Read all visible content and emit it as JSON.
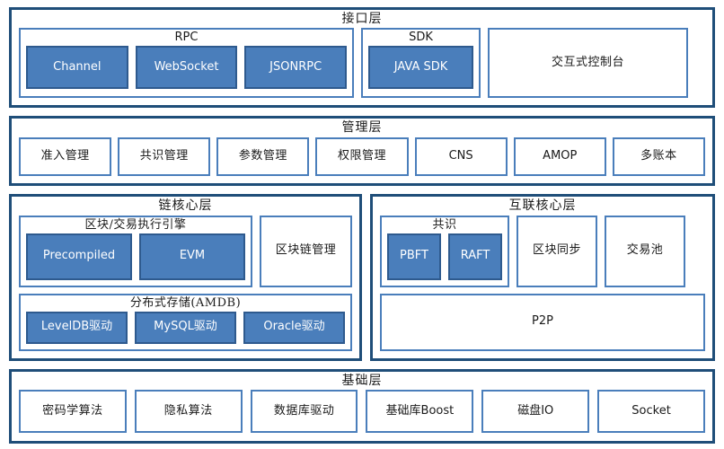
{
  "diagram": {
    "colors": {
      "layer_border": "#1F4E79",
      "group_border": "#4A7EBB",
      "cell_fill": "#4A7EBB",
      "cell_fill_border": "#2E5A8E",
      "background": "#ffffff",
      "text": "#1a1a1a",
      "filled_text": "#ffffff"
    }
  },
  "layers": {
    "interface": {
      "title": "接口层",
      "groups": {
        "rpc": {
          "title": "RPC",
          "items": [
            {
              "label": "Channel"
            },
            {
              "label": "WebSocket"
            },
            {
              "label": "JSONRPC"
            }
          ]
        },
        "sdk": {
          "title": "SDK",
          "items": [
            {
              "label": "JAVA SDK"
            }
          ]
        }
      },
      "console": {
        "label": "交互式控制台"
      }
    },
    "management": {
      "title": "管理层",
      "items": [
        {
          "label": "准入管理"
        },
        {
          "label": "共识管理"
        },
        {
          "label": "参数管理"
        },
        {
          "label": "权限管理"
        },
        {
          "label": "CNS"
        },
        {
          "label": "AMOP"
        },
        {
          "label": "多账本"
        }
      ]
    },
    "chain_core": {
      "title": "链核心层",
      "engine_group": {
        "title": "区块/交易执行引擎",
        "items": [
          {
            "label": "Precompiled"
          },
          {
            "label": "EVM"
          }
        ]
      },
      "blockchain_mgmt": {
        "label": "区块链管理"
      },
      "amdb_group": {
        "title": "分布式存储(AMDB)",
        "items": [
          {
            "label": "LevelDB驱动"
          },
          {
            "label": "MySQL驱动"
          },
          {
            "label": "Oracle驱动"
          }
        ]
      }
    },
    "interconnect_core": {
      "title": "互联核心层",
      "consensus_group": {
        "title": "共识",
        "items": [
          {
            "label": "PBFT"
          },
          {
            "label": "RAFT"
          }
        ]
      },
      "block_sync": {
        "label": "区块同步"
      },
      "tx_pool": {
        "label": "交易池"
      },
      "p2p": {
        "label": "P2P"
      }
    },
    "base": {
      "title": "基础层",
      "items": [
        {
          "label": "密码学算法"
        },
        {
          "label": "隐私算法"
        },
        {
          "label": "数据库驱动"
        },
        {
          "label": "基础库Boost"
        },
        {
          "label": "磁盘IO"
        },
        {
          "label": "Socket"
        }
      ]
    }
  }
}
